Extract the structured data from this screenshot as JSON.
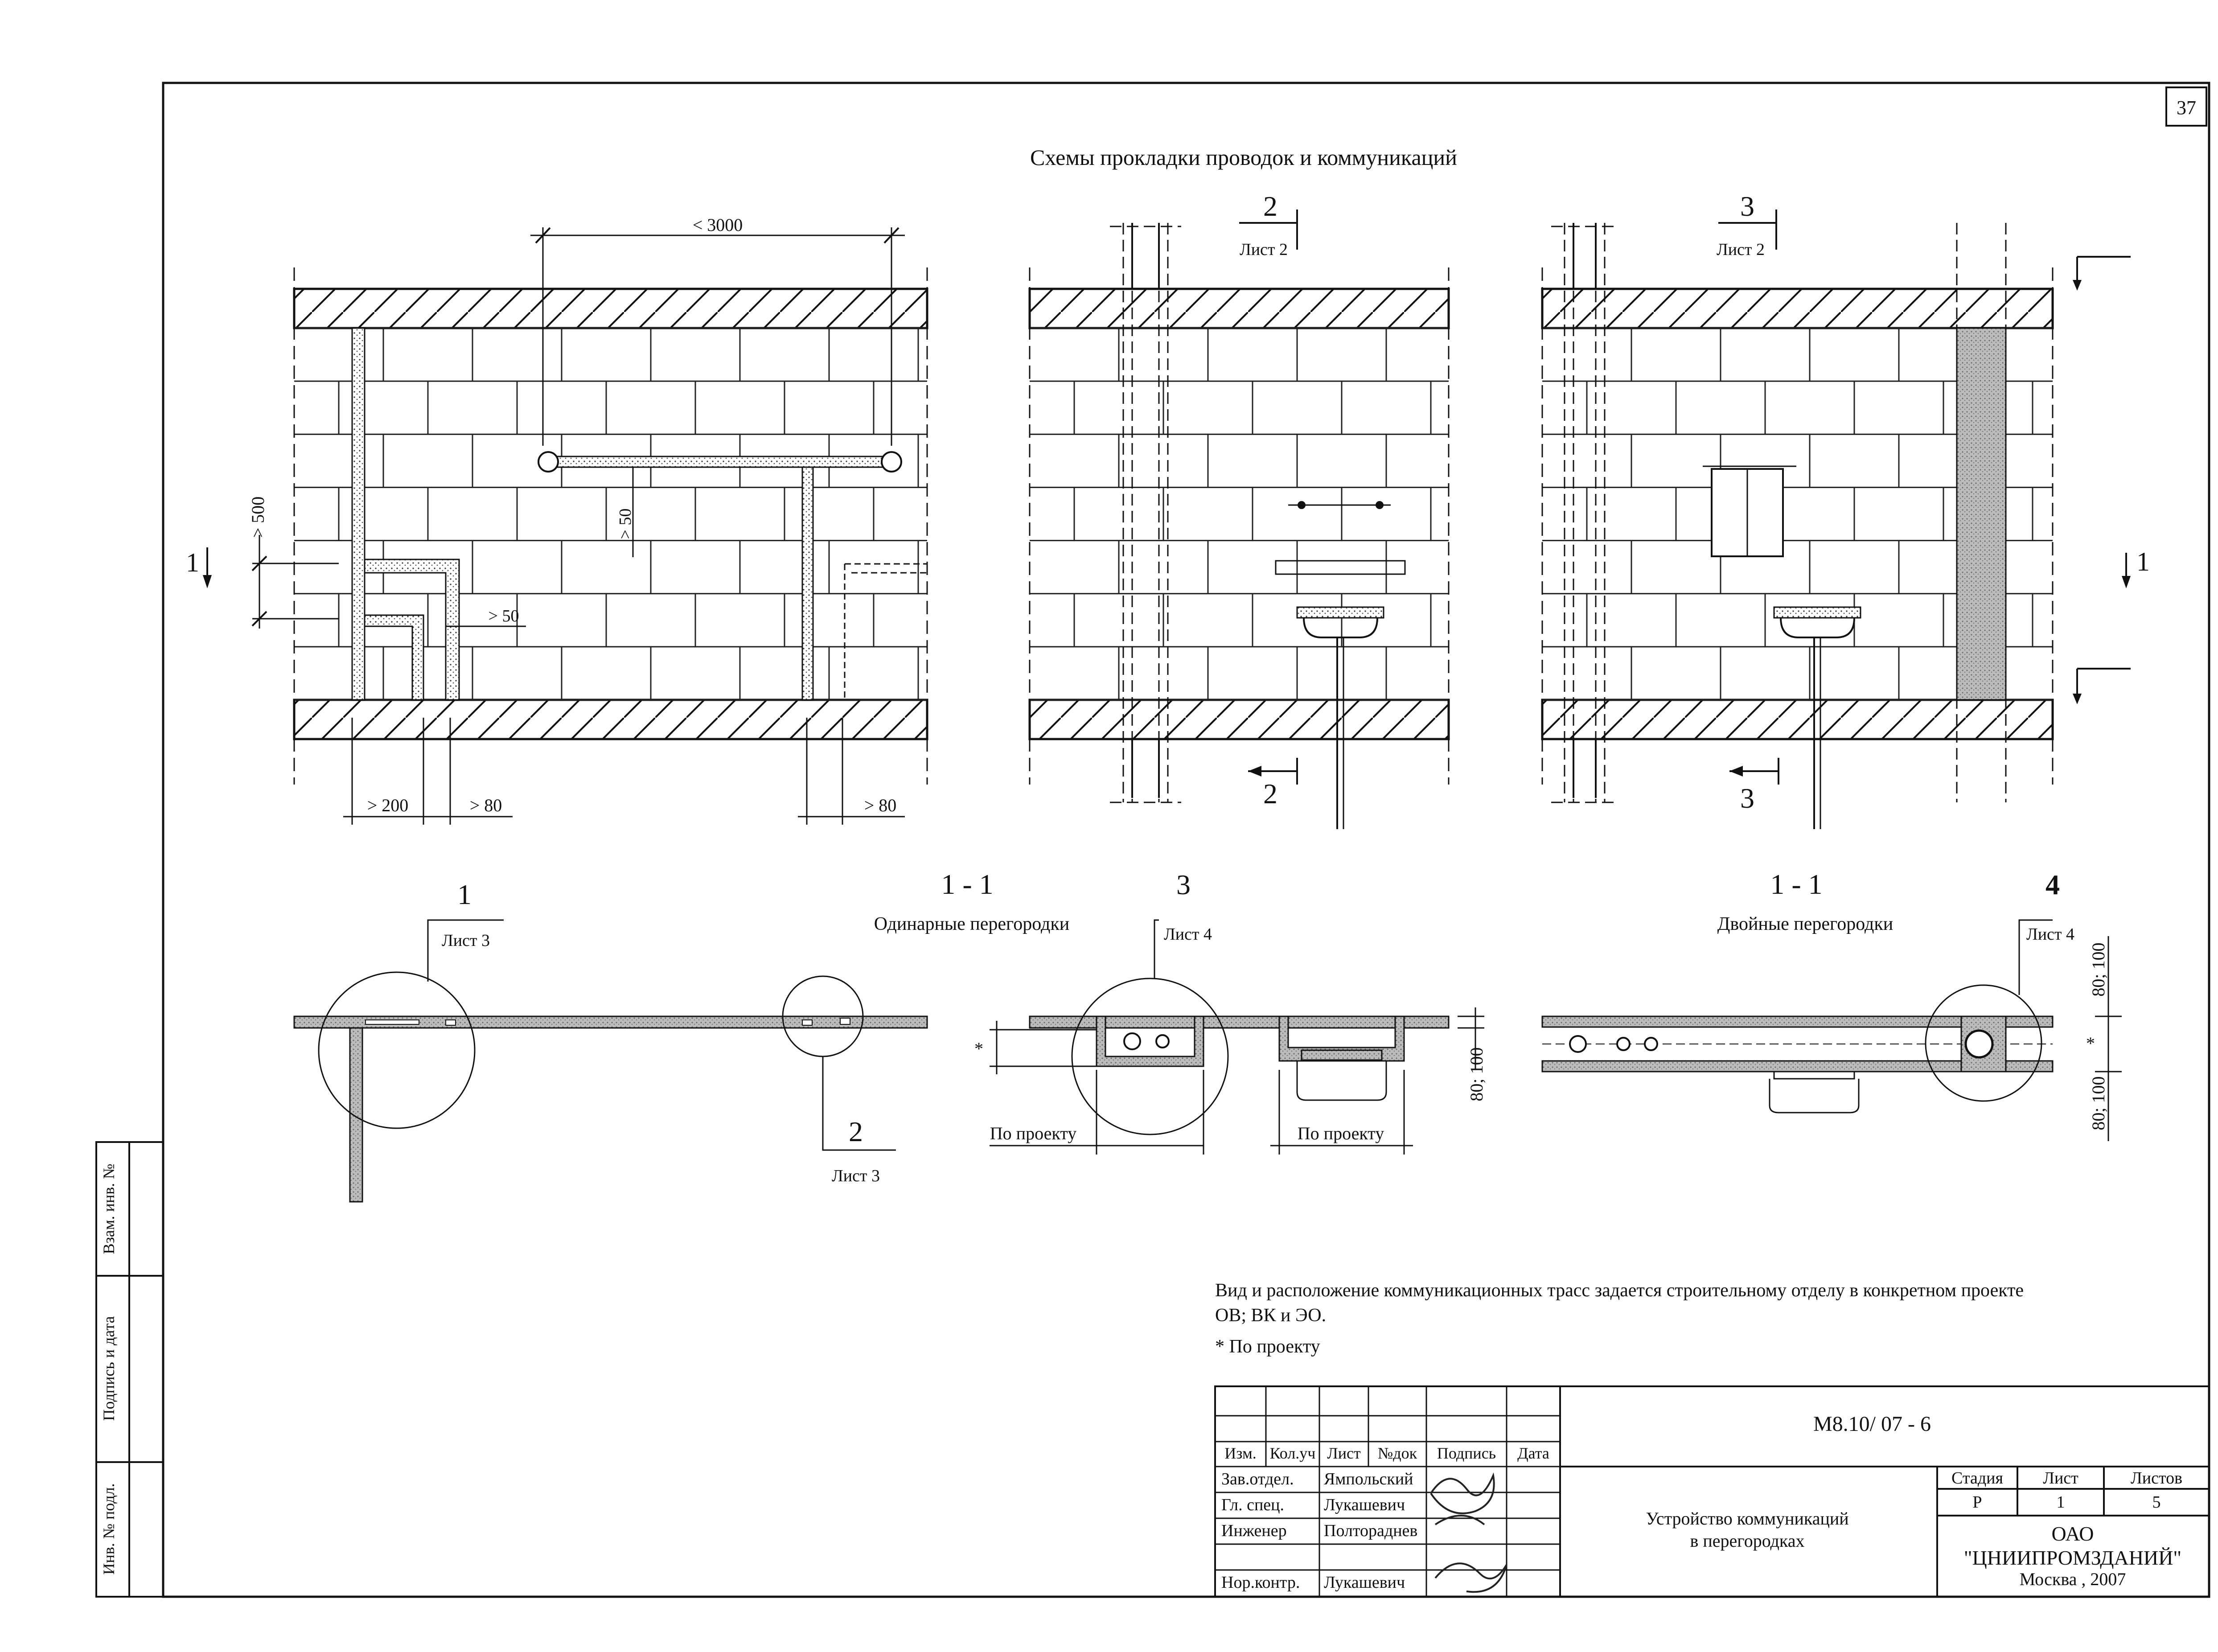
{
  "sheet_number": "37",
  "title": "Схемы прокладки проводок и коммуникаций",
  "view1": {
    "dim_top": "< 3000",
    "dim_left": "> 500",
    "dim_mid": "> 50",
    "dim_right_small": "> 50",
    "dim_bottom_1": "> 200",
    "dim_bottom_2": "> 80",
    "dim_bottom_3": "> 80",
    "section_mark": "1"
  },
  "view2": {
    "cut_top": "2",
    "cut_top_sheet": "Лист 2",
    "cut_bottom": "2"
  },
  "view3": {
    "cut_top": "3",
    "cut_top_sheet": "Лист 2",
    "cut_bottom": "3",
    "section_mark": "1"
  },
  "section_single": {
    "label": "1 - 1",
    "caption": "Одинарные перегородки",
    "callout1_num": "1",
    "callout1_sheet": "Лист 3",
    "callout2_num": "2",
    "callout2_sheet": "Лист 3",
    "callout3_num": "3",
    "callout3_sheet": "Лист 4",
    "star": "*",
    "dim_project1": "По проекту",
    "dim_project2": "По проекту",
    "dim_thick": "80; 100"
  },
  "section_double": {
    "label": "1 - 1",
    "caption": "Двойные перегородки",
    "callout4_num": "4",
    "callout4_sheet": "Лист 4",
    "dim_thick_top": "80; 100",
    "dim_thick_bottom": "80; 100",
    "star": "*"
  },
  "note_line1": "Вид и расположение коммуникационных трасс задается строительному отделу в конкретном проекте",
  "note_line2": "ОВ; ВК и ЭО.",
  "note_star": "* По проекту",
  "side_stamp": {
    "vzam": "Взам. инв. №",
    "podpis": "Подпись и дата",
    "inv": "Инв. № подл."
  },
  "title_block": {
    "code": "М8.10/ 07 - 6",
    "headers": [
      "Изм.",
      "Кол.уч",
      "Лист",
      "№док",
      "Подпись",
      "Дата"
    ],
    "roles": [
      {
        "role": "Зав.отдел.",
        "name": "Ямпольский"
      },
      {
        "role": "Гл. спец.",
        "name": "Лукашевич"
      },
      {
        "role": "Инженер",
        "name": "Полтораднев"
      },
      {
        "role": "Нор.контр.",
        "name": "Лукашевич"
      }
    ],
    "doc_title_1": "Устройство коммуникаций",
    "doc_title_2": "в перегородках",
    "stage_header": "Стадия",
    "sheet_header": "Лист",
    "sheets_header": "Листов",
    "stage": "Р",
    "sheet": "1",
    "sheets": "5",
    "org_1": "ОАО",
    "org_2": "\"ЦНИИПРОМЗДАНИЙ\"",
    "org_3": "Москва , 2007"
  }
}
